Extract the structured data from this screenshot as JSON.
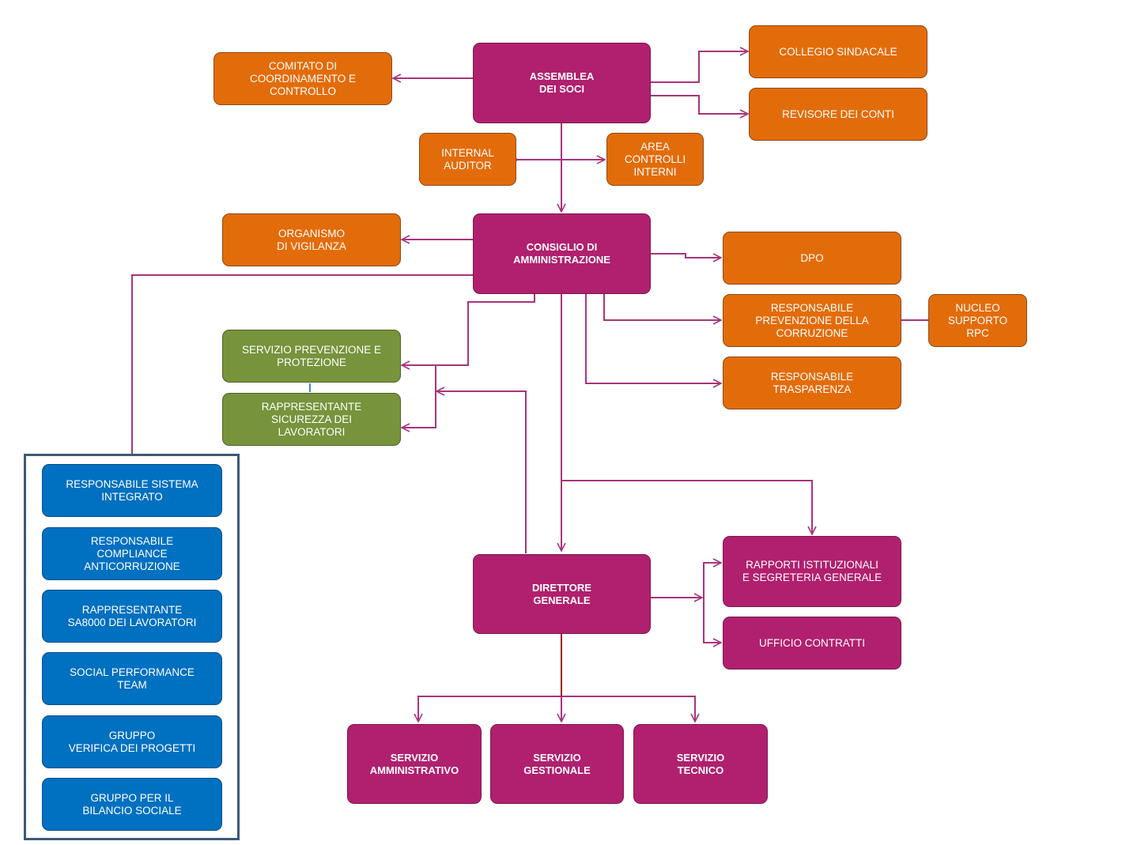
{
  "colors": {
    "orange": "#E36C0A",
    "magenta": "#B0206E",
    "green": "#77933C",
    "blue": "#0070C0",
    "connector": "#A8347C",
    "frame": "#3C5A78"
  },
  "nodes": {
    "assemblea": "ASSEMBLEA\nDEI SOCI",
    "comitato": "COMITATO DI\nCOORDINAMENTO E\nCONTROLLO",
    "collegio": "COLLEGIO SINDACALE",
    "revisore": "REVISORE DEI CONTI",
    "internal_auditor": "INTERNAL\nAUDITOR",
    "area_controlli": "AREA\nCONTROLLI\nINTERNI",
    "organismo": "ORGANISMO\nDI VIGILANZA",
    "consiglio": "CONSIGLIO DI\nAMMINISTRAZIONE",
    "dpo": "DPO",
    "rpc": "RESPONSABILE\nPREVENZIONE DELLA\nCORRUZIONE",
    "nucleo": "NUCLEO\nSUPPORTO\nRPC",
    "trasparenza": "RESPONSABILE\nTRASPARENZA",
    "spp": "SERVIZIO PREVENZIONE E\nPROTEZIONE",
    "rls": "RAPPRESENTANTE\nSICUREZZA  DEI\nLAVORATORI",
    "direttore": "DIRETTORE\nGENERALE",
    "rapporti": "RAPPORTI ISTITUZIONALI\nE SEGRETERIA GENERALE",
    "contratti": "UFFICIO CONTRATTI",
    "serv_amm": "SERVIZIO\nAMMINISTRATIVO",
    "serv_gest": "SERVIZIO\nGESTIONALE",
    "serv_tec": "SERVIZIO\nTECNICO"
  },
  "side_group": [
    "RESPONSABILE SISTEMA\nINTEGRATO",
    "RESPONSABILE\nCOMPLIANCE\nANTICORRUZIONE",
    "RAPPRESENTANTE\nSA8000 DEI LAVORATORI",
    "SOCIAL PERFORMANCE\nTEAM",
    "GRUPPO\nVERIFICA DEI PROGETTI",
    "GRUPPO PER IL\nBILANCIO SOCIALE"
  ]
}
